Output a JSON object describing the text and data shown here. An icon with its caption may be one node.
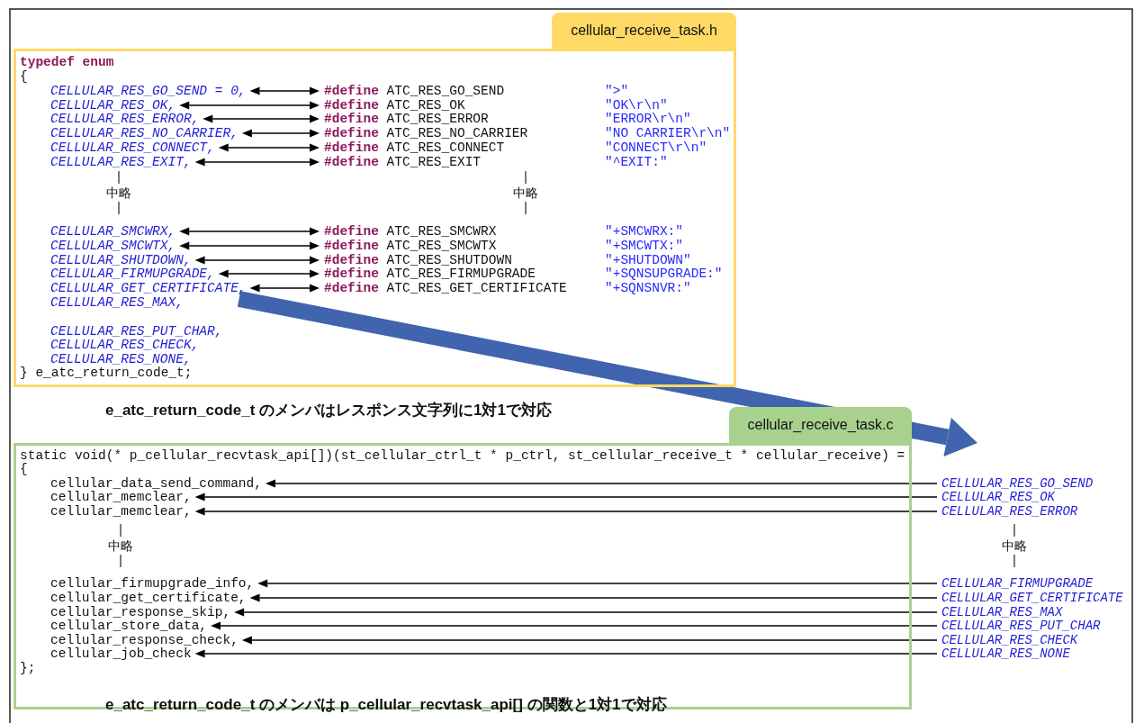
{
  "diagram": {
    "nodes": [
      {
        "text": [
          "cellular_receive_task.h",
          "typedef enum",
          "{",
          "中略",
          "中略",
          "CELLULAR_RES_MAX,",
          "CELLULAR_RES_PUT_CHAR,",
          "CELLULAR_RES_CHECK,",
          "CELLULAR_RES_NONE,",
          "} e_atc_return_code_t;"
        ]
      },
      {
        "text": [
          "CELLULAR_RES_GO_SEND = 0,"
        ],
        "in": 0
      },
      {
        "text": [
          "CELLULAR_RES_OK,"
        ],
        "in": 0
      },
      {
        "text": [
          "CELLULAR_RES_ERROR,"
        ],
        "in": 0
      },
      {
        "text": [
          "CELLULAR_RES_NO_CARRIER,"
        ],
        "in": 0
      },
      {
        "text": [
          "CELLULAR_RES_CONNECT,"
        ],
        "in": 0
      },
      {
        "text": [
          "CELLULAR_RES_EXIT,"
        ],
        "in": 0
      },
      {
        "text": [
          "CELLULAR_SMCWRX,"
        ],
        "in": 0
      },
      {
        "text": [
          "CELLULAR_SMCWTX,"
        ],
        "in": 0
      },
      {
        "text": [
          "CELLULAR_SHUTDOWN,"
        ],
        "in": 0
      },
      {
        "text": [
          "CELLULAR_FIRMUPGRADE,"
        ],
        "in": 0
      },
      {
        "text": [
          "CELLULAR_GET_CERTIFICATE,"
        ],
        "in": 0
      },
      {
        "text": [
          "**#define** ATC_RES_GO_SEND",
          "\">\""
        ],
        "in": 0
      },
      {
        "text": [
          "**#define** ATC_RES_OK",
          "\"OK\\r\\n\""
        ],
        "in": 0
      },
      {
        "text": [
          "**#define** ATC_RES_ERROR",
          "\"ERROR\\r\\n\""
        ],
        "in": 0
      },
      {
        "text": [
          "**#define** ATC_RES_NO_CARRIER",
          "\"NO CARRIER\\r\\n\""
        ],
        "in": 0
      },
      {
        "text": [
          "**#define** ATC_RES_CONNECT",
          "\"CONNECT\\r\\n\""
        ],
        "in": 0
      },
      {
        "text": [
          "**#define** ATC_RES_EXIT",
          "\"^EXIT:\""
        ],
        "in": 0
      },
      {
        "text": [
          "**#define** ATC_RES_SMCWRX",
          "\"+SMCWRX:\""
        ],
        "in": 0
      },
      {
        "text": [
          "**#define** ATC_RES_SMCWTX",
          "\"+SMCWTX:\""
        ],
        "in": 0
      },
      {
        "text": [
          "**#define** ATC_RES_SHUTDOWN",
          "\"+SHUTDOWN\""
        ],
        "in": 0
      },
      {
        "text": [
          "**#define** ATC_RES_FIRMUPGRADE",
          "\"+SQNSUPGRADE:\""
        ],
        "in": 0
      },
      {
        "text": [
          "**#define** ATC_RES_GET_CERTIFICATE",
          "\"+SQNSNVR:\""
        ],
        "in": 0
      },
      {
        "text": [
          "cellular_receive_task.c",
          "static void(* p_cellular_recvtask_api[])(st_cellular_ctrl_t * p_ctrl, st_cellular_receive_t * cellular_receive) =",
          "{",
          "中略",
          "};"
        ]
      },
      {
        "text": [
          "cellular_data_send_command,"
        ],
        "in": 23
      },
      {
        "text": [
          "cellular_memclear,"
        ],
        "in": 23
      },
      {
        "text": [
          "cellular_memclear,"
        ],
        "in": 23
      },
      {
        "text": [
          "cellular_firmupgrade_info,"
        ],
        "in": 23
      },
      {
        "text": [
          "cellular_get_certificate,"
        ],
        "in": 23
      },
      {
        "text": [
          "cellular_response_skip,"
        ],
        "in": 23
      },
      {
        "text": [
          "cellular_store_data,"
        ],
        "in": 23
      },
      {
        "text": [
          "cellular_response_check,"
        ],
        "in": 23
      },
      {
        "text": [
          "cellular_job_check"
        ],
        "in": 23
      },
      {
        "text": [
          "CELLULAR_RES_GO_SEND"
        ]
      },
      {
        "text": [
          "CELLULAR_RES_OK"
        ]
      },
      {
        "text": [
          "CELLULAR_RES_ERROR"
        ]
      },
      {
        "text": [
          "CELLULAR_FIRMUPGRADE"
        ]
      },
      {
        "text": [
          "CELLULAR_GET_CERTIFICATE"
        ]
      },
      {
        "text": [
          "CELLULAR_RES_MAX"
        ]
      },
      {
        "text": [
          "CELLULAR_RES_PUT_CHAR"
        ]
      },
      {
        "text": [
          "CELLULAR_RES_CHECK"
        ]
      },
      {
        "text": [
          "CELLULAR_RES_NONE"
        ]
      }
    ],
    "edges": [
      {
        "from": 1,
        "to": 12,
        "arrow": "both"
      },
      {
        "from": 2,
        "to": 13,
        "arrow": "both"
      },
      {
        "from": 3,
        "to": 14,
        "arrow": "both"
      },
      {
        "from": 4,
        "to": 15,
        "arrow": "both"
      },
      {
        "from": 5,
        "to": 16,
        "arrow": "both"
      },
      {
        "from": 6,
        "to": 17,
        "arrow": "both"
      },
      {
        "from": 7,
        "to": 18,
        "arrow": "both"
      },
      {
        "from": 8,
        "to": 19,
        "arrow": "both"
      },
      {
        "from": 9,
        "to": 20,
        "arrow": "both"
      },
      {
        "from": 10,
        "to": 21,
        "arrow": "both"
      },
      {
        "from": 11,
        "to": 22,
        "arrow": "both"
      },
      {
        "from": 33,
        "to": 24,
        "arrow": "to"
      },
      {
        "from": 34,
        "to": 25,
        "arrow": "to"
      },
      {
        "from": 35,
        "to": 26,
        "arrow": "to"
      },
      {
        "from": 36,
        "to": 27,
        "arrow": "to"
      },
      {
        "from": 37,
        "to": 28,
        "arrow": "to"
      },
      {
        "from": 38,
        "to": 29,
        "arrow": "to"
      },
      {
        "from": 39,
        "to": 30,
        "arrow": "to"
      },
      {
        "from": 40,
        "to": 31,
        "arrow": "to"
      },
      {
        "from": 41,
        "to": 32,
        "arrow": "to"
      },
      {
        "from": 11,
        "to": 33,
        "arrow": "to",
        "style": "thick",
        "color": "#4064ad"
      }
    ],
    "labels": [
      "e_atc_return_code_t のメンバはレスポンス文字列に1対1で対応",
      "中略",
      "e_atc_return_code_t のメンバは p_cellular_recvtask_api[] の関数と1対1で対応"
    ]
  }
}
